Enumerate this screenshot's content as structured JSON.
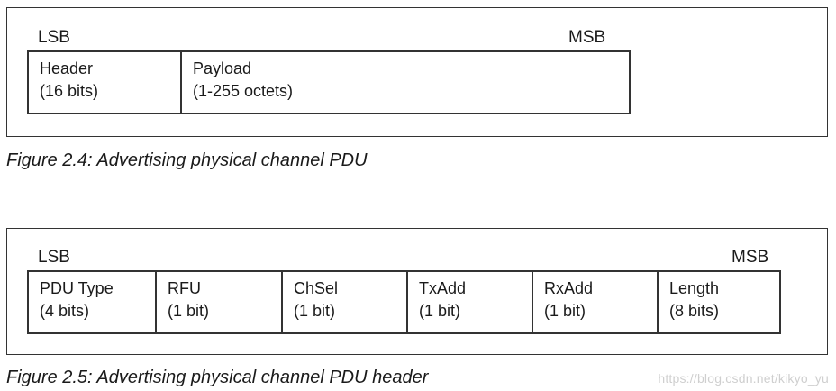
{
  "figure_2_4": {
    "lsb": "LSB",
    "msb": "MSB",
    "fields": [
      {
        "name": "Header",
        "size": "(16 bits)"
      },
      {
        "name": "Payload",
        "size": "(1-255 octets)"
      }
    ],
    "caption": "Figure 2.4:  Advertising physical channel PDU"
  },
  "figure_2_5": {
    "lsb": "LSB",
    "msb": "MSB",
    "fields": [
      {
        "name": "PDU Type",
        "size": "(4 bits)"
      },
      {
        "name": "RFU",
        "size": "(1 bit)"
      },
      {
        "name": "ChSel",
        "size": "(1 bit)"
      },
      {
        "name": "TxAdd",
        "size": "(1 bit)"
      },
      {
        "name": "RxAdd",
        "size": "(1 bit)"
      },
      {
        "name": "Length",
        "size": "(8 bits)"
      }
    ],
    "caption": "Figure 2.5:  Advertising physical channel PDU header"
  },
  "watermark": "https://blog.csdn.net/kikyo_yu"
}
